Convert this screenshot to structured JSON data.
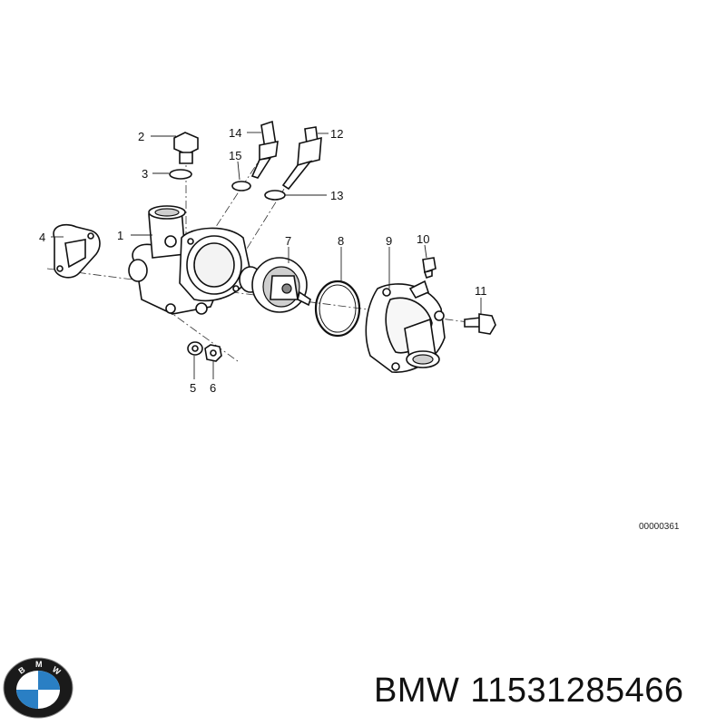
{
  "diagram": {
    "callouts": [
      "1",
      "2",
      "3",
      "4",
      "5",
      "6",
      "7",
      "8",
      "9",
      "10",
      "11",
      "12",
      "13",
      "14",
      "15"
    ],
    "reference_code": "00000361"
  },
  "caption": {
    "brand": "BMW",
    "part_number": "11531285466"
  },
  "logo": {
    "lettering": "BMW",
    "colors": {
      "ring": "#1a1a1a",
      "blue": "#2a7fc4",
      "white": "#ffffff"
    }
  }
}
